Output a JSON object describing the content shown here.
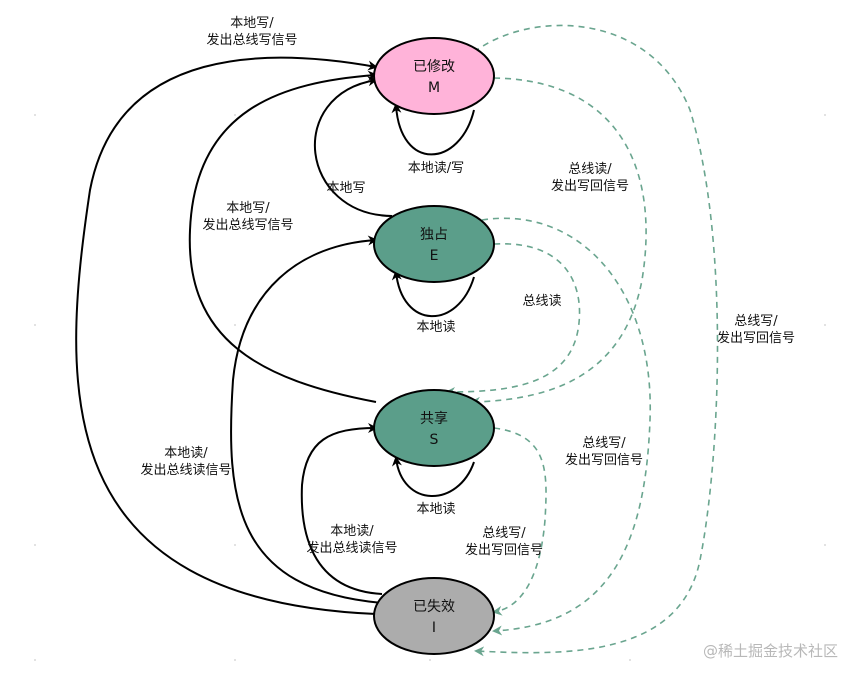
{
  "colors": {
    "modified_fill": "#ffb3d9",
    "exclusive_fill": "#5b9e8a",
    "shared_fill": "#5b9e8a",
    "invalid_fill": "#acacac",
    "solid_edge": "#000000",
    "dashed_edge": "#6aa58f"
  },
  "states": {
    "modified": {
      "line1": "已修改",
      "line2": "M"
    },
    "exclusive": {
      "line1": "独占",
      "line2": "E"
    },
    "shared": {
      "line1": "共享",
      "line2": "S"
    },
    "invalid": {
      "line1": "已失效",
      "line2": "I"
    }
  },
  "edges": {
    "i_to_m": {
      "line1": "本地写/",
      "line2": "发出总线写信号"
    },
    "m_self": {
      "line1": "本地读/写"
    },
    "e_to_m": {
      "line1": "本地写"
    },
    "s_to_m": {
      "line1": "本地写/",
      "line2": "发出总线写信号"
    },
    "m_to_s": {
      "line1": "总线读/",
      "line2": "发出写回信号"
    },
    "e_self": {
      "line1": "本地读"
    },
    "e_to_s": {
      "line1": "总线读"
    },
    "m_to_i": {
      "line1": "总线写/",
      "line2": "发出写回信号"
    },
    "i_to_e": {
      "line1": "本地读/",
      "line2": "发出总线读信号"
    },
    "e_to_i": {
      "line1": "总线写/",
      "line2": "发出写回信号"
    },
    "s_self": {
      "line1": "本地读"
    },
    "i_to_s": {
      "line1": "本地读/",
      "line2": "发出总线读信号"
    },
    "s_to_i": {
      "line1": "总线写/",
      "line2": "发出写回信号"
    }
  },
  "watermark": "@稀土掘金技术社区"
}
